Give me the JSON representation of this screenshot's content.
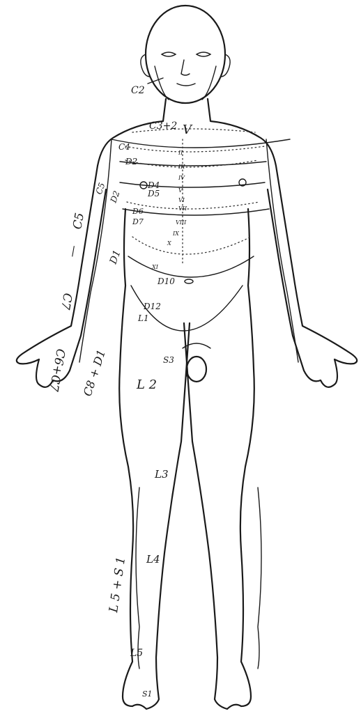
{
  "labels": {
    "c2": "C2",
    "c3c2": "C3+2",
    "c4": "C4",
    "c5_arm": "C5",
    "c5_side": "C5",
    "c7": "C7",
    "c6c7": "C6+C7",
    "c8d1": "C8 + D1",
    "d1": "D1",
    "d2": "D2",
    "d2_arm": "D2",
    "d4": "D4",
    "d5": "D5",
    "d6": "D6",
    "d7": "D7",
    "d10": "D10",
    "d12": "D12",
    "l1": "L1",
    "l2": "L 2",
    "l3": "L3",
    "l4": "L4",
    "l5": "L5",
    "l5s1": "L 5 + S 1",
    "s1": "S1",
    "s3": "S3",
    "dash": "—",
    "check": "V",
    "r2": "II",
    "r3": "III",
    "r4": "IV",
    "r5": "V",
    "r6": "VI",
    "r7": "VII",
    "r8": "VIII",
    "r9": "IX",
    "r10": "X",
    "r11": "XI"
  }
}
